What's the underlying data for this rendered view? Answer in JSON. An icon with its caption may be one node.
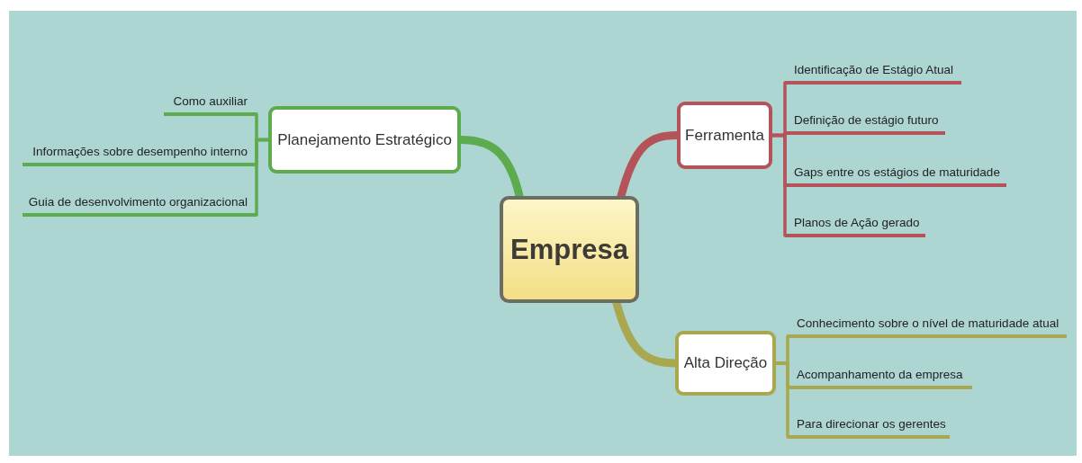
{
  "diagram": {
    "nodes": [
      {
        "text": [
          "Empresa"
        ]
      },
      {
        "text": [
          "Planejamento Estratégico"
        ]
      },
      {
        "text": [
          "Como auxiliar"
        ]
      },
      {
        "text": [
          "Informações sobre desempenho interno"
        ]
      },
      {
        "text": [
          "Guia de desenvolvimento organizacional"
        ]
      },
      {
        "text": [
          "Ferramenta"
        ]
      },
      {
        "text": [
          "Identificação de Estágio Atual"
        ]
      },
      {
        "text": [
          "Definição de estágio futuro"
        ]
      },
      {
        "text": [
          "Gaps entre os estágios de maturidade"
        ]
      },
      {
        "text": [
          "Planos de Ação gerado"
        ]
      },
      {
        "text": [
          "Alta Direção"
        ]
      },
      {
        "text": [
          "Conhecimento sobre o nível de maturidade atual"
        ]
      },
      {
        "text": [
          "Acompanhamento da empresa"
        ]
      },
      {
        "text": [
          "Para direcionar os gerentes"
        ]
      }
    ],
    "edges": [
      {
        "from": 0,
        "to": 1,
        "arrow": "none",
        "style": "thick",
        "color": "#5cab4e"
      },
      {
        "from": 1,
        "to": 2,
        "arrow": "none",
        "color": "#5cab4e"
      },
      {
        "from": 1,
        "to": 3,
        "arrow": "none",
        "color": "#5cab4e"
      },
      {
        "from": 1,
        "to": 4,
        "arrow": "none",
        "color": "#5cab4e"
      },
      {
        "from": 0,
        "to": 5,
        "arrow": "none",
        "style": "thick",
        "color": "#b5535b"
      },
      {
        "from": 5,
        "to": 6,
        "arrow": "none",
        "color": "#b5535b"
      },
      {
        "from": 5,
        "to": 7,
        "arrow": "none",
        "color": "#b5535b"
      },
      {
        "from": 5,
        "to": 8,
        "arrow": "none",
        "color": "#b5535b"
      },
      {
        "from": 5,
        "to": 9,
        "arrow": "none",
        "color": "#b5535b"
      },
      {
        "from": 0,
        "to": 10,
        "arrow": "none",
        "style": "thick",
        "color": "#a9a850"
      },
      {
        "from": 10,
        "to": 11,
        "arrow": "none",
        "color": "#a9a850"
      },
      {
        "from": 10,
        "to": 12,
        "arrow": "none",
        "color": "#a9a850"
      },
      {
        "from": 10,
        "to": 13,
        "arrow": "none",
        "color": "#a9a850"
      }
    ]
  }
}
